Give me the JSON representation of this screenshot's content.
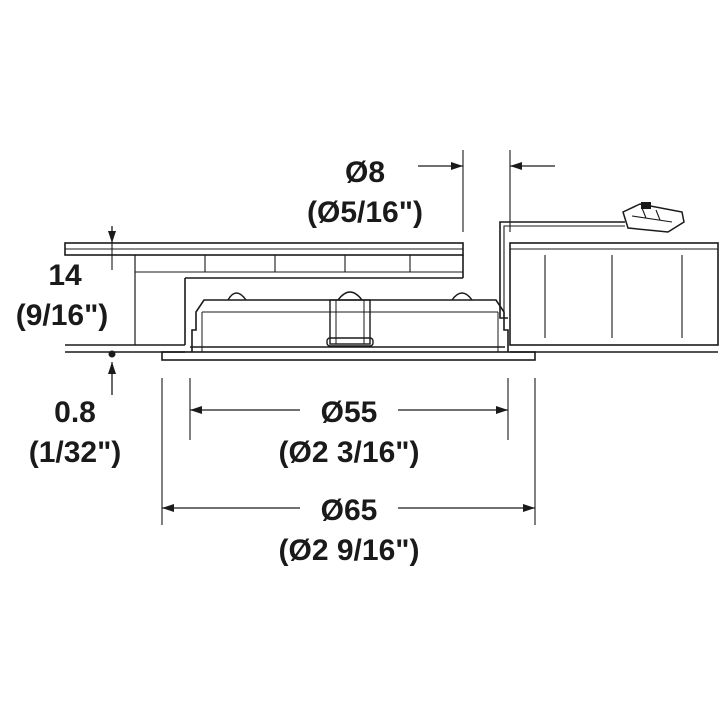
{
  "dimensions": {
    "hole_dia": {
      "metric": "Ø8",
      "imperial": "(Ø5/16\")"
    },
    "thickness": {
      "metric": "14",
      "imperial": "(9/16\")"
    },
    "flange": {
      "metric": "0.8",
      "imperial": "(1/32\")"
    },
    "body_dia": {
      "metric": "Ø55",
      "imperial": "(Ø2 3/16\")"
    },
    "outer_dia": {
      "metric": "Ø65",
      "imperial": "(Ø2 9/16\")"
    }
  }
}
